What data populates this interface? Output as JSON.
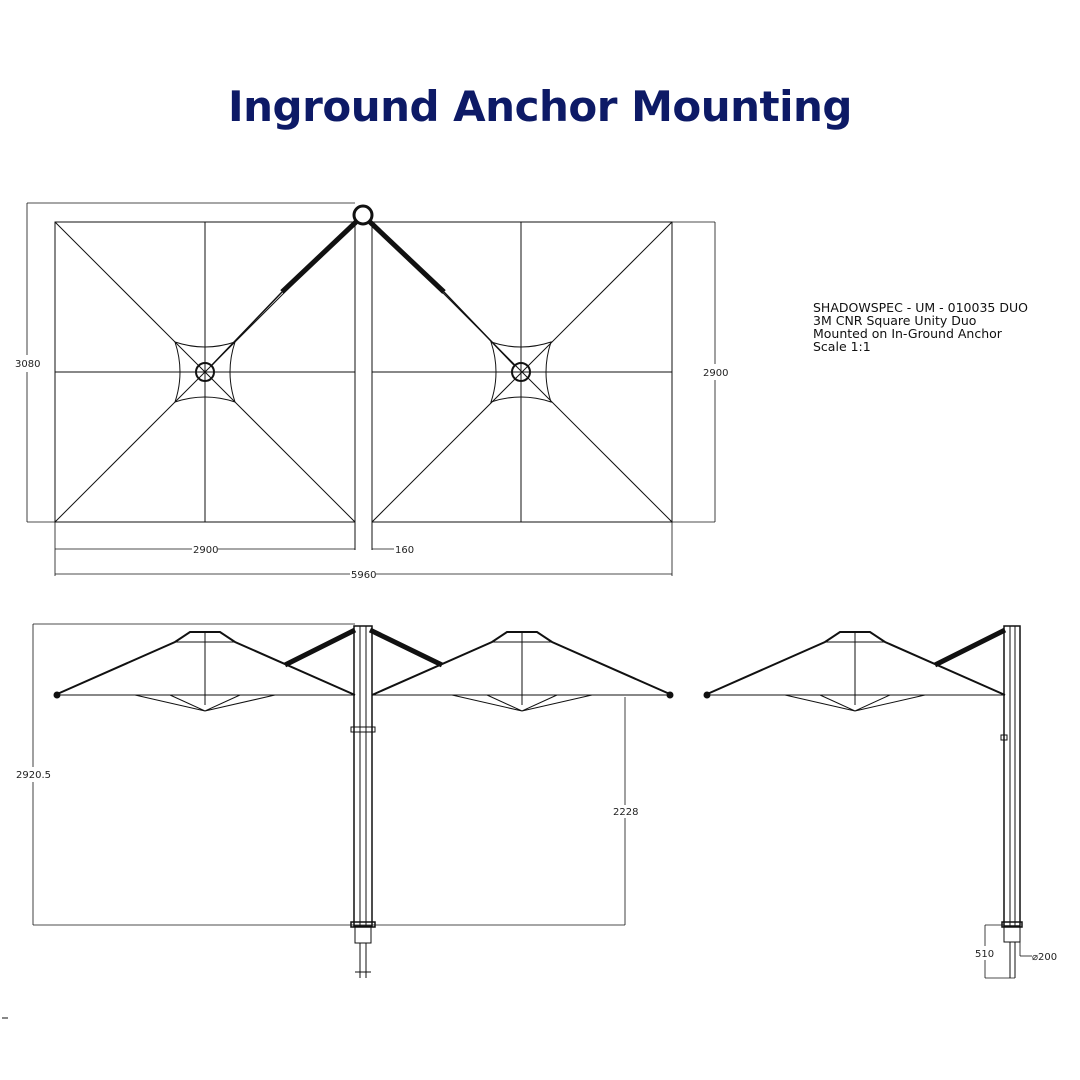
{
  "title": "Inground Anchor Mounting",
  "title_color": "#0d1a66",
  "title_block": {
    "line1": "SHADOWSPEC - UM - 010035 DUO",
    "line2": "3M CNR Square Unity Duo",
    "line3": "Mounted on In-Ground Anchor",
    "line4": "Scale 1:1"
  },
  "dimensions": {
    "plan_overall_depth": "3080",
    "plan_canopy_depth": "2900",
    "plan_canopy_width": "2900",
    "plan_pole_gap": "160",
    "plan_overall_width": "5960",
    "elevation_total_height": "2920.5",
    "elevation_clearance": "2228",
    "anchor_depth": "510",
    "anchor_diameter": "⌀200"
  }
}
